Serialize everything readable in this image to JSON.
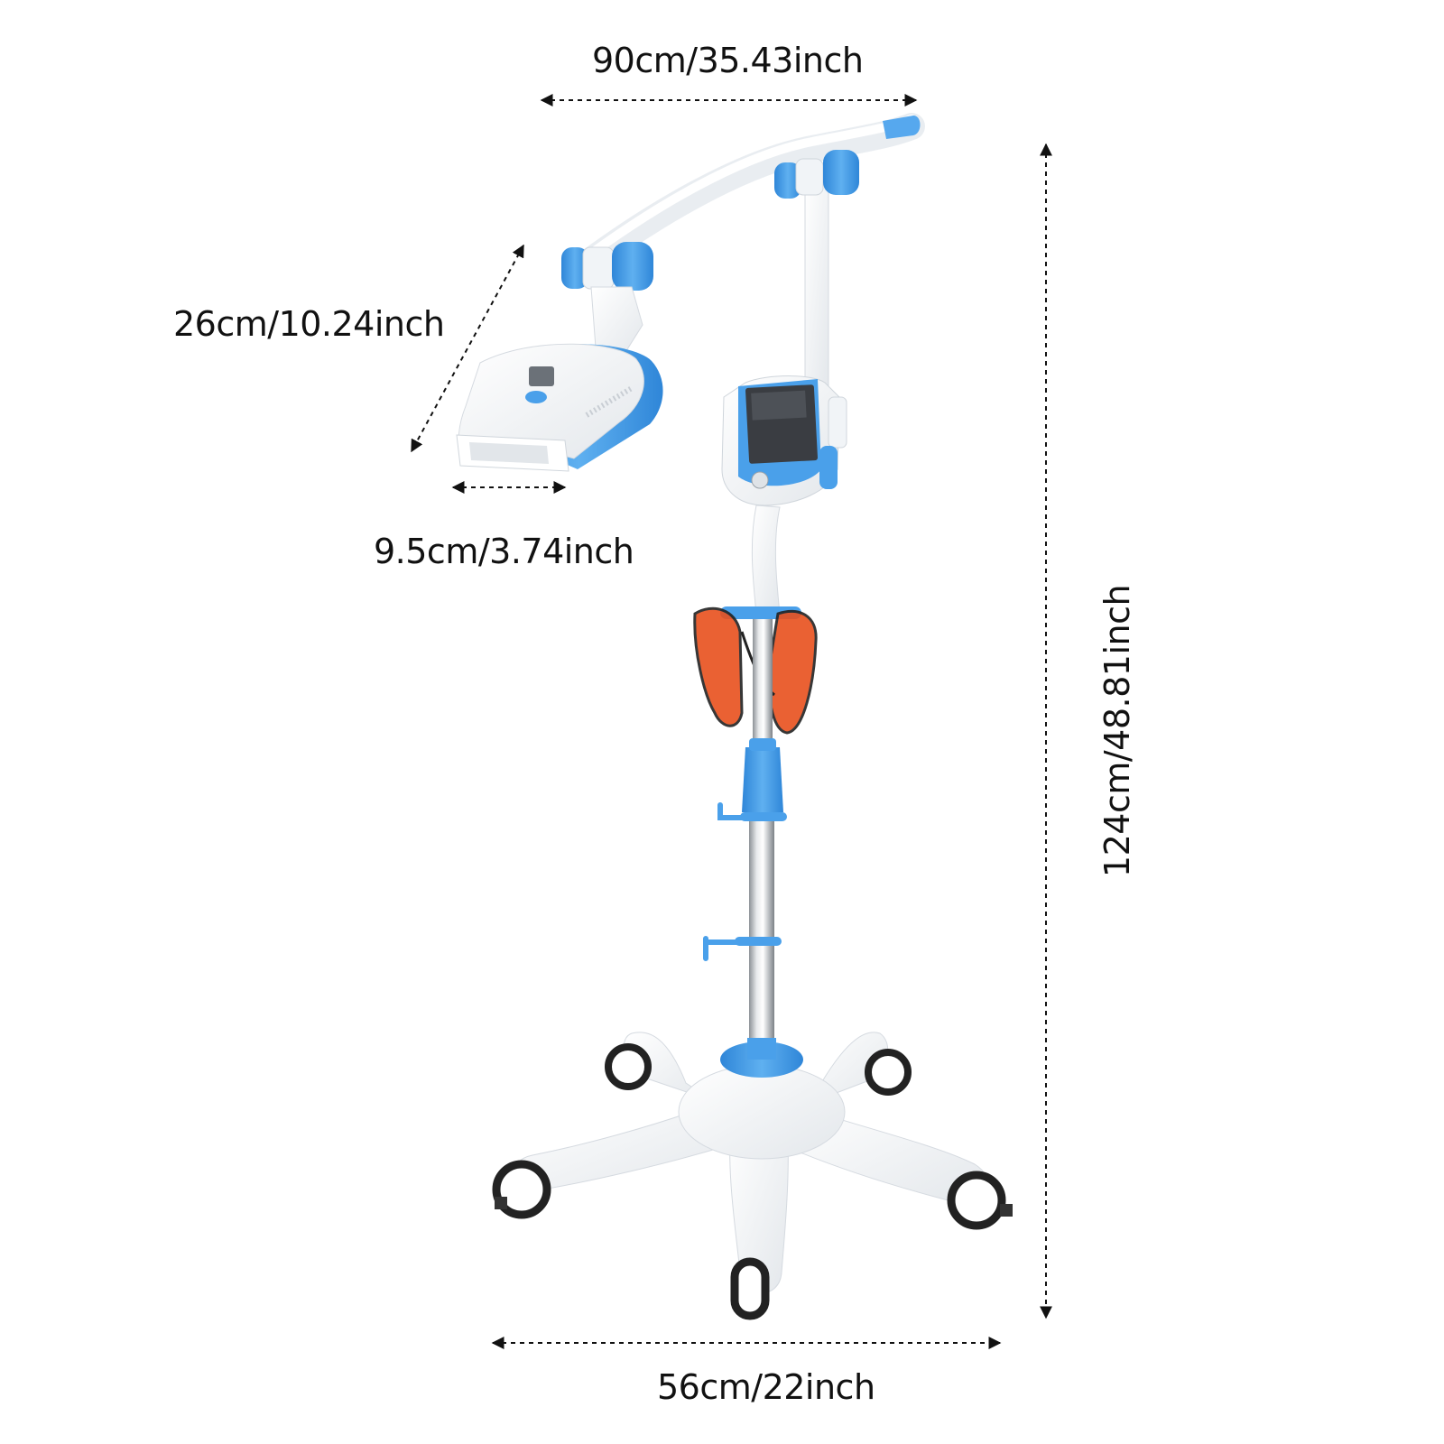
{
  "dimensions": {
    "arm_width": "90cm/35.43inch",
    "lamp_head_length": "26cm/10.24inch",
    "lamp_head_width": "9.5cm/3.74inch",
    "total_height": "124cm/48.81inch",
    "base_width": "56cm/22inch"
  },
  "colors": {
    "accent_blue": "#3e95e3",
    "body_white": "#f4f6f8",
    "goggles_orange": "#e8501e",
    "screen_dark": "#3a3d42"
  }
}
